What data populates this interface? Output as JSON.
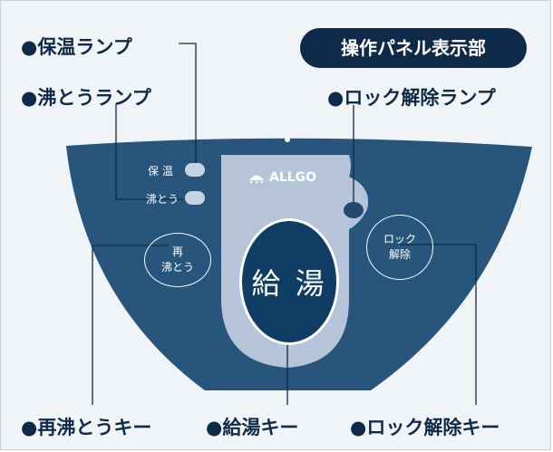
{
  "badge": "操作パネル表示部",
  "callouts": {
    "keep_warm_lamp": "●保温ランプ",
    "reboil_lamp": "●沸とうランプ",
    "unlock_lamp": "●ロック解除ランプ",
    "reboil_key": "●再沸とうキー",
    "dispense_key": "●給湯キー",
    "unlock_key": "●ロック解除キー"
  },
  "panel": {
    "logo": "ALLGO",
    "lamp_keep_warm": "保 温",
    "lamp_boil": "沸とう",
    "reboil_key": [
      "再",
      "沸とう"
    ],
    "dispense_key": "給 湯",
    "unlock_key": [
      "ロック",
      "解除"
    ]
  },
  "colors": {
    "navy": "#0f2a48",
    "panel": "#27557b",
    "inner_plate": "#b5c4d9",
    "lamp": "#c7d3e2",
    "lamp_dark": "#234a6c",
    "main_key": "#0f3d63"
  },
  "icons": [
    "allgo-logo-icon"
  ]
}
